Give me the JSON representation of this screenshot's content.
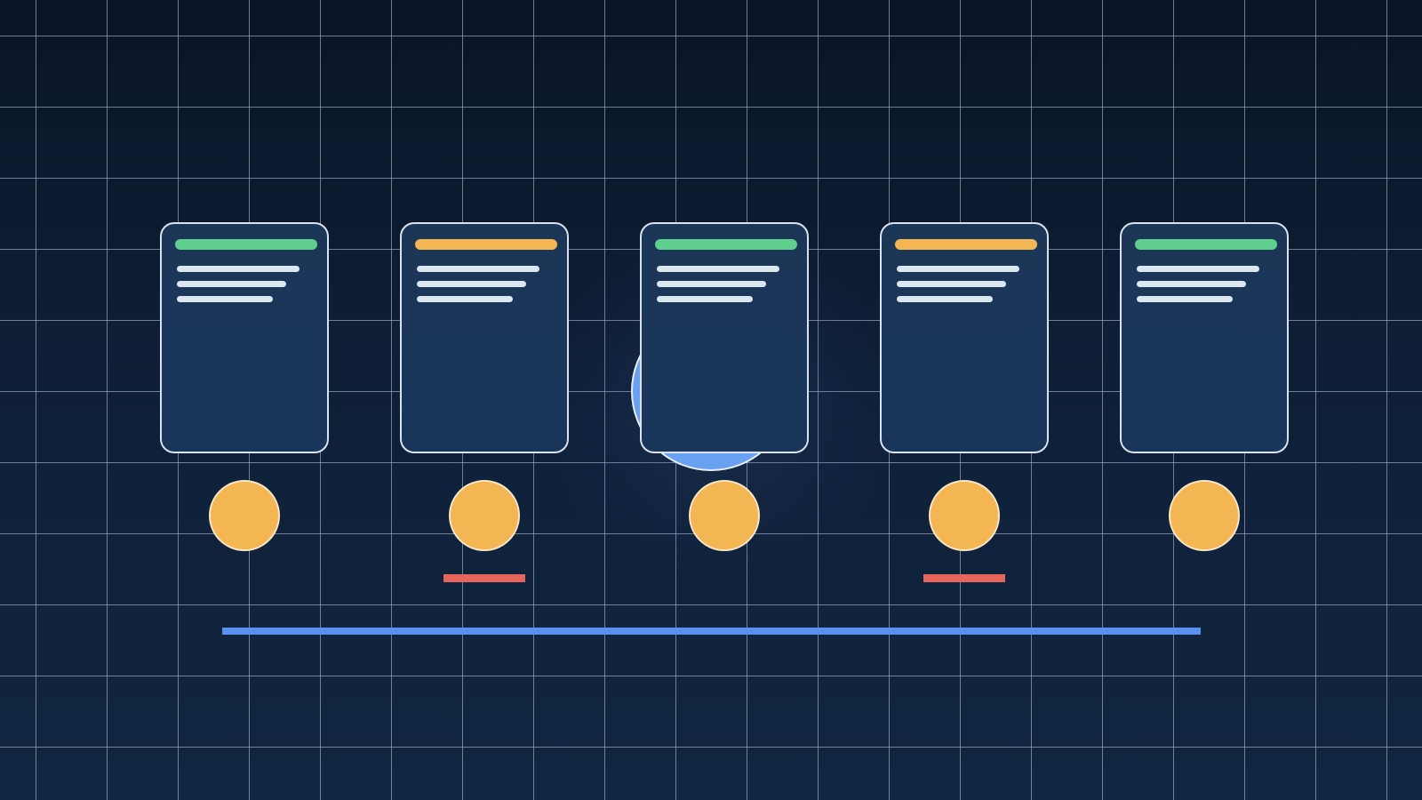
{
  "colors": {
    "background": "#0b1628",
    "grid": "#becde1",
    "card_fill": "#1c3658",
    "card_border": "#d9e2ee",
    "card_text_line": "#dbe8f2",
    "green": "#5fcf8e",
    "amber": "#f4b653",
    "orb": "#f4b653",
    "red": "#e8655c",
    "blue": "#5b8ff0",
    "blue_circle": "#6aa0f2"
  },
  "cards": [
    {
      "accent": "green",
      "lines": 3
    },
    {
      "accent": "amber",
      "lines": 3
    },
    {
      "accent": "green",
      "lines": 3
    },
    {
      "accent": "amber",
      "lines": 3
    },
    {
      "accent": "green",
      "lines": 3
    }
  ],
  "markers": [
    {
      "orb": true,
      "red_bar": false
    },
    {
      "orb": true,
      "red_bar": true
    },
    {
      "orb": true,
      "red_bar": false
    },
    {
      "orb": true,
      "red_bar": true
    },
    {
      "orb": true,
      "red_bar": false
    }
  ],
  "baseline": {
    "color": "blue"
  },
  "highlight_circle": {
    "color": "blue_circle"
  }
}
